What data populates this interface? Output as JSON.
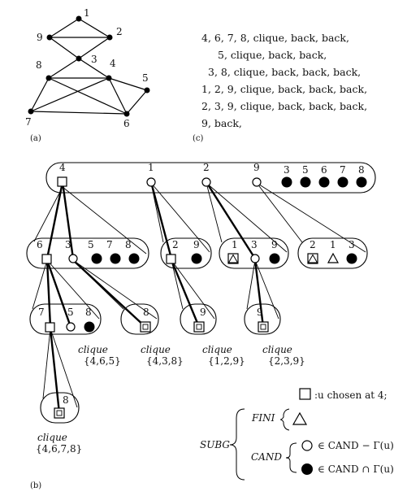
{
  "panel_labels": {
    "a": "(a)",
    "b": "(b)",
    "c": "(c)"
  },
  "graph": {
    "vertices": [
      "1",
      "2",
      "3",
      "4",
      "5",
      "6",
      "7",
      "8",
      "9"
    ]
  },
  "sequence": [
    "4, 6, 7, 8, clique, back, back,",
    "5, clique, back, back,",
    "3, 8, clique, back, back, back,",
    "1, 2, 9, clique, back, back, back,",
    "2, 3, 9, clique, back, back, back,",
    "9, back,"
  ],
  "tree": {
    "root_labels": [
      "4",
      "1",
      "2",
      "9",
      "3",
      "5",
      "6",
      "7",
      "8"
    ],
    "level1_a": [
      "6",
      "3",
      "5",
      "7",
      "8"
    ],
    "level1_b": [
      "2",
      "9"
    ],
    "level1_c": [
      "1",
      "3",
      "9"
    ],
    "level1_d": [
      "2",
      "1",
      "3"
    ],
    "level2_a": [
      "7",
      "5",
      "8"
    ],
    "level2_b": [
      "8"
    ],
    "level2_c": [
      "9"
    ],
    "level2_d": [
      "9"
    ],
    "level3": [
      "8"
    ],
    "cliques": [
      {
        "word": "clique",
        "set": "{4,6,5}"
      },
      {
        "word": "clique",
        "set": "{4,3,8}"
      },
      {
        "word": "clique",
        "set": "{1,2,9}"
      },
      {
        "word": "clique",
        "set": "{2,3,9}"
      },
      {
        "word": "clique",
        "set": "{4,6,7,8}"
      }
    ]
  },
  "legend": {
    "chosen": ":u chosen at 4;",
    "subg": "SUBG",
    "fini": "FINI",
    "cand": "CAND",
    "cand_minus": "∈ CAND − Γ(u)",
    "cand_cap": "∈ CAND ∩ Γ(u)"
  }
}
